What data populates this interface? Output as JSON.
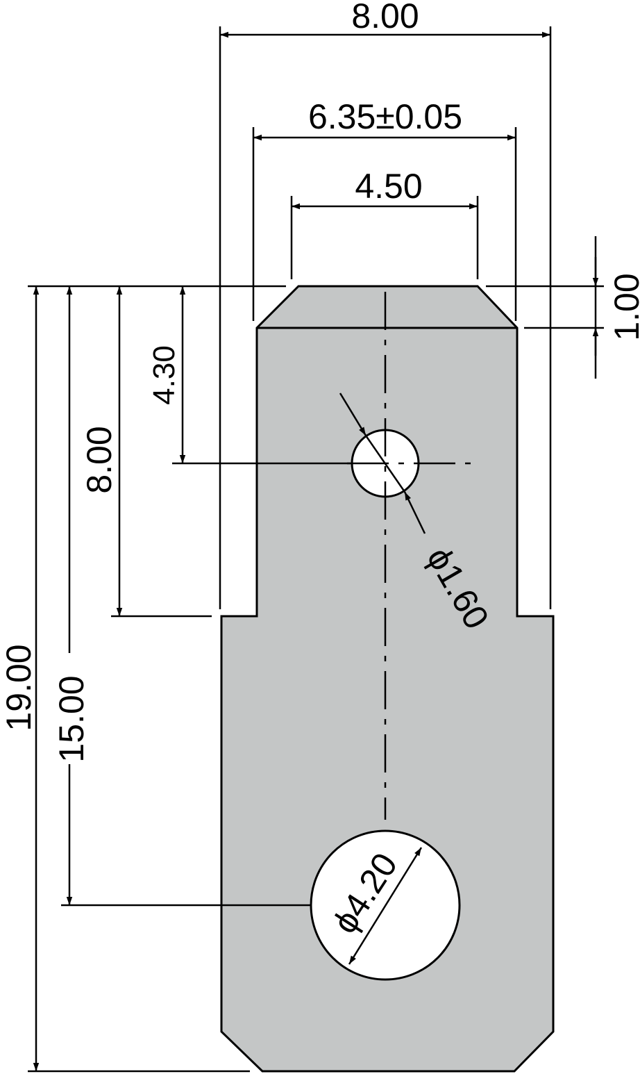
{
  "colors": {
    "part_fill": "#c4c6c6",
    "line": "#000000",
    "background": "#ffffff"
  },
  "dimensions": {
    "overall_width": "8.00",
    "tab_width": "6.35±0.05",
    "tip_flat_width": "4.50",
    "chamfer_height": "1.00",
    "small_hole_position": "4.30",
    "tab_length": "8.00",
    "large_hole_position": "15.00",
    "overall_length": "19.00",
    "small_hole_diameter": "ϕ1.60",
    "large_hole_diameter": "ϕ4.20"
  }
}
